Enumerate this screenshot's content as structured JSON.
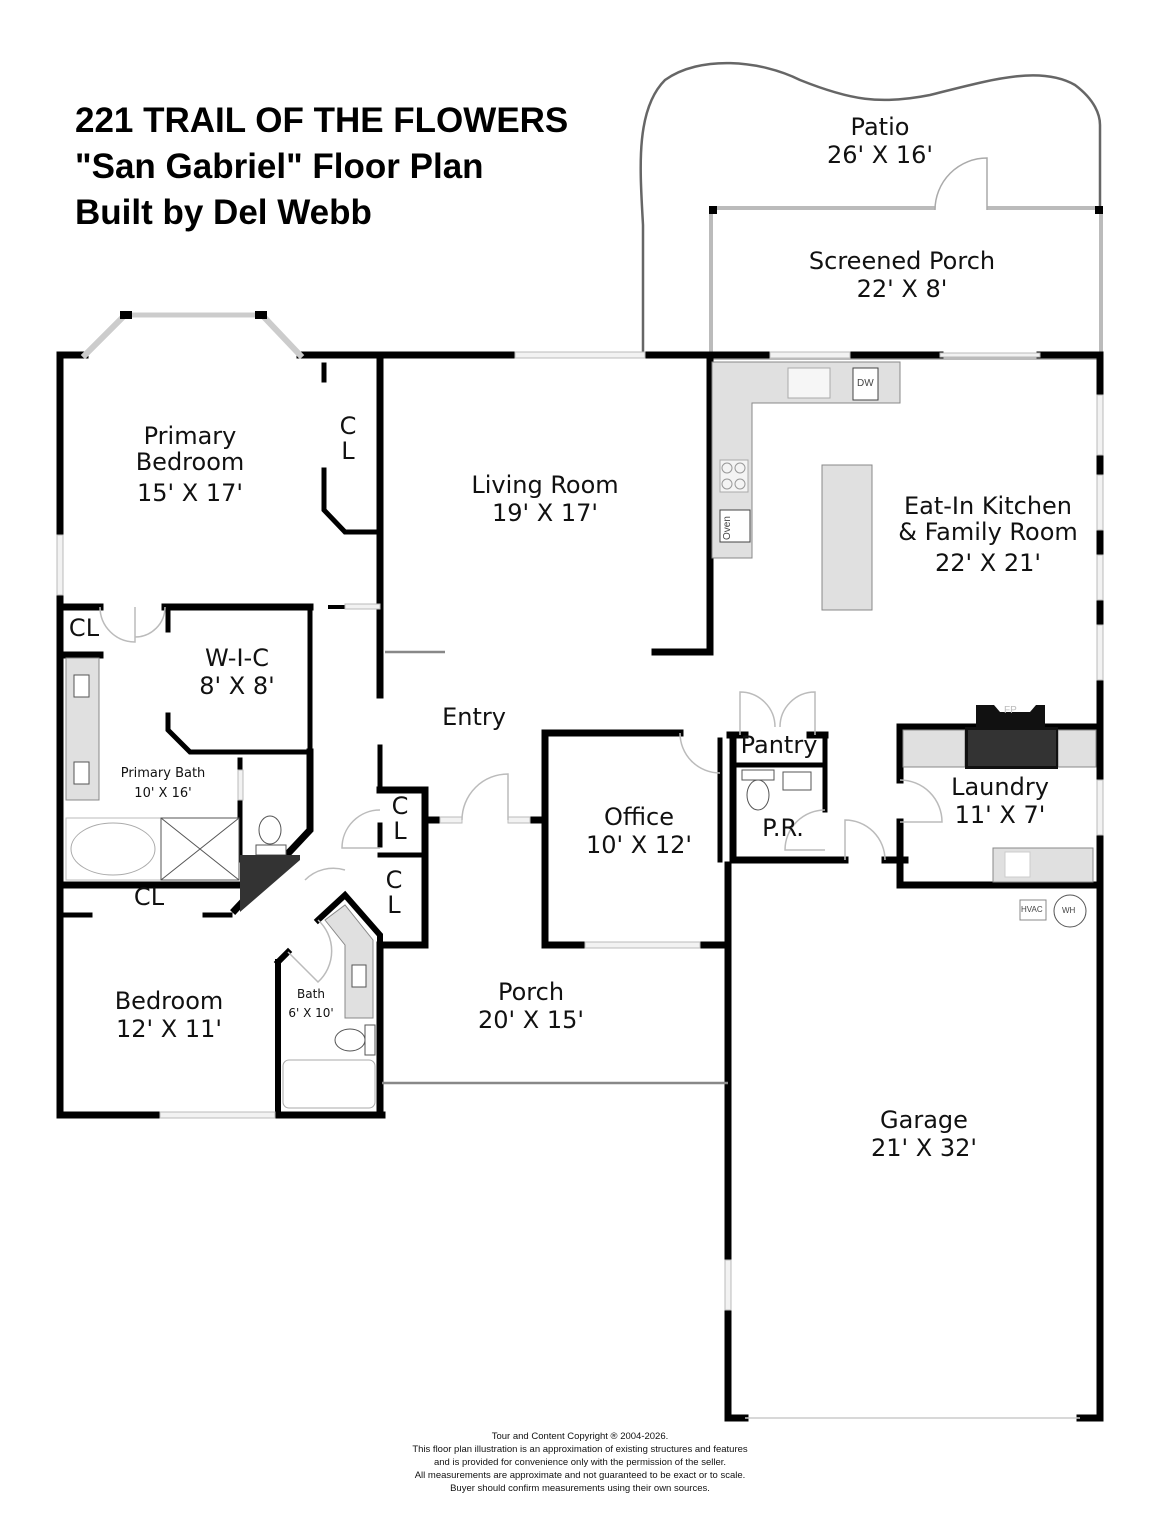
{
  "header": {
    "address": "221 TRAIL OF THE FLOWERS",
    "plan_name": "\"San Gabriel\" Floor Plan",
    "builder": "Built by Del Webb"
  },
  "rooms": {
    "patio": {
      "name": "Patio",
      "dims": "26' X 16'"
    },
    "screened_porch": {
      "name": "Screened Porch",
      "dims": "22' X 8'"
    },
    "primary_bedroom": {
      "name_line1": "Primary",
      "name_line2": "Bedroom",
      "dims": "15' X 17'"
    },
    "primary_bedroom_closet": {
      "name_line1": "C",
      "name_line2": "L"
    },
    "living_room": {
      "name": "Living Room",
      "dims": "19' X 17'"
    },
    "kitchen_family": {
      "name_line1": "Eat-In Kitchen",
      "name_line2": "& Family Room",
      "dims": "22' X 21'"
    },
    "bath_closet": {
      "name": "CL"
    },
    "wic": {
      "name": "W-I-C",
      "dims": "8' X 8'"
    },
    "entry": {
      "name": "Entry"
    },
    "primary_bath": {
      "name": "Primary Bath",
      "dims": "10' X 16'"
    },
    "entry_closet_1": {
      "name_line1": "C",
      "name_line2": "L"
    },
    "entry_closet_2": {
      "name_line1": "C",
      "name_line2": "L"
    },
    "office": {
      "name": "Office",
      "dims": "10' X 12'"
    },
    "pantry": {
      "name": "Pantry"
    },
    "powder_room": {
      "name": "P.R."
    },
    "laundry": {
      "name": "Laundry",
      "dims": "11' X 7'"
    },
    "bedroom_closet": {
      "name": "CL"
    },
    "bedroom": {
      "name": "Bedroom",
      "dims": "12' X 11'"
    },
    "bath": {
      "name": "Bath",
      "dims": "6' X 10'"
    },
    "porch": {
      "name": "Porch",
      "dims": "20' X 15'"
    },
    "garage": {
      "name": "Garage",
      "dims": "21' X 32'"
    }
  },
  "fixtures": {
    "dishwasher": "DW",
    "oven": "Oven",
    "fireplace": "FP",
    "hvac": "HVAC",
    "water_heater": "WH"
  },
  "footer": {
    "line1": "Tour and Content Copyright ® 2004-2026.",
    "line2": "This floor plan illustration is an approximation of existing structures and features",
    "line3": "and is provided for convenience only with the permission of the seller.",
    "line4": "All measurements are approximate and not guaranteed to be exact or to scale.",
    "line5": "Buyer should confirm measurements using their own sources."
  },
  "colors": {
    "wall": "#000000",
    "counter": "#e0e0e0",
    "window": "#d0d0d0",
    "fireplace": "#333333"
  }
}
